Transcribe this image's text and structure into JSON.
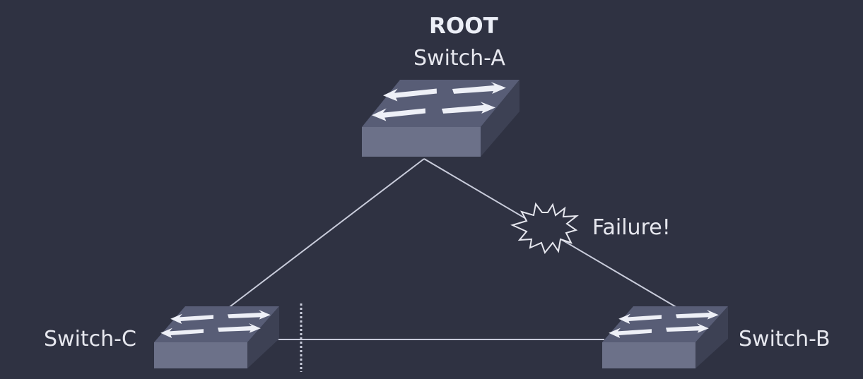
{
  "diagram": {
    "root_label": "ROOT",
    "failure_label": "Failure!",
    "switches": [
      {
        "id": "a",
        "label": "Switch-A"
      },
      {
        "id": "b",
        "label": "Switch-B"
      },
      {
        "id": "c",
        "label": "Switch-C"
      }
    ],
    "links": [
      {
        "from": "a",
        "to": "c",
        "status": "up"
      },
      {
        "from": "a",
        "to": "b",
        "status": "failed"
      },
      {
        "from": "c",
        "to": "b",
        "status": "blocked"
      }
    ]
  },
  "colors": {
    "background": "#2f3242",
    "link": "#c9ccdb",
    "switch_top": "#585d76",
    "switch_front": "#6c7189",
    "switch_side": "#3d4154",
    "failure_burst": "#2f3242"
  }
}
